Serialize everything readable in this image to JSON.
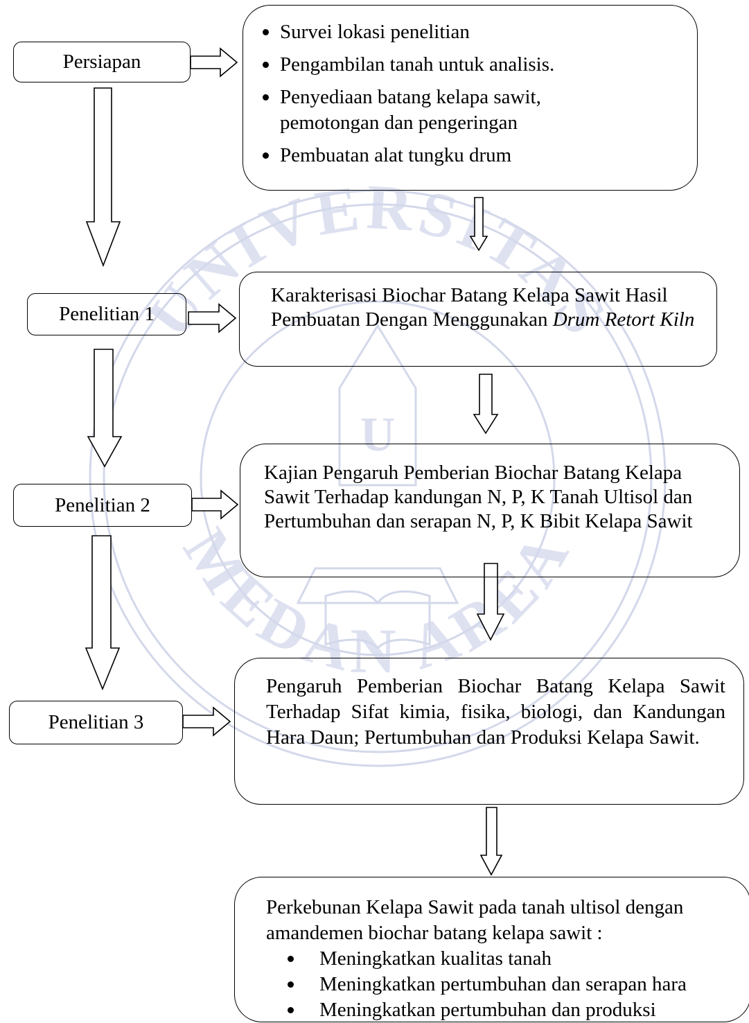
{
  "stages": {
    "persiapan": "Persiapan",
    "penelitian1": "Penelitian 1",
    "penelitian2": "Penelitian 2",
    "penelitian3": "Penelitian 3"
  },
  "boxes": {
    "persiapan_items": [
      "Survei lokasi penelitian",
      "Pengambilan tanah untuk analisis.",
      "Penyediaan batang kelapa sawit, pemotongan dan pengeringan",
      "Pembuatan alat tungku drum"
    ],
    "p1_text": "Karakterisasi Biochar Batang Kelapa Sawit Hasil Pembuatan Dengan Menggunakan ",
    "p1_italic": "Drum Retort Kiln",
    "p2_text": "Kajian Pengaruh Pemberian Biochar Batang Kelapa Sawit Terhadap kandungan N, P, K Tanah Ultisol dan Pertumbuhan dan serapan N, P, K Bibit Kelapa Sawit",
    "p3_text": "Pengaruh Pemberian Biochar Batang Kelapa Sawit Terhadap Sifat kimia, fisika, biologi, dan Kandungan Hara Daun; Pertumbuhan dan Produksi Kelapa Sawit.",
    "final_intro": "Perkebunan Kelapa Sawit pada tanah ultisol dengan amandemen biochar batang kelapa sawit :",
    "final_items": [
      "Meningkatkan kualitas tanah",
      "Meningkatkan pertumbuhan dan serapan hara",
      "Meningkatkan pertumbuhan dan produksi"
    ]
  },
  "watermark": {
    "top_text": "UNIVERSITAS",
    "bottom_text": "MEDAN AREA",
    "letter": "U",
    "color": "#c9cfe6"
  }
}
